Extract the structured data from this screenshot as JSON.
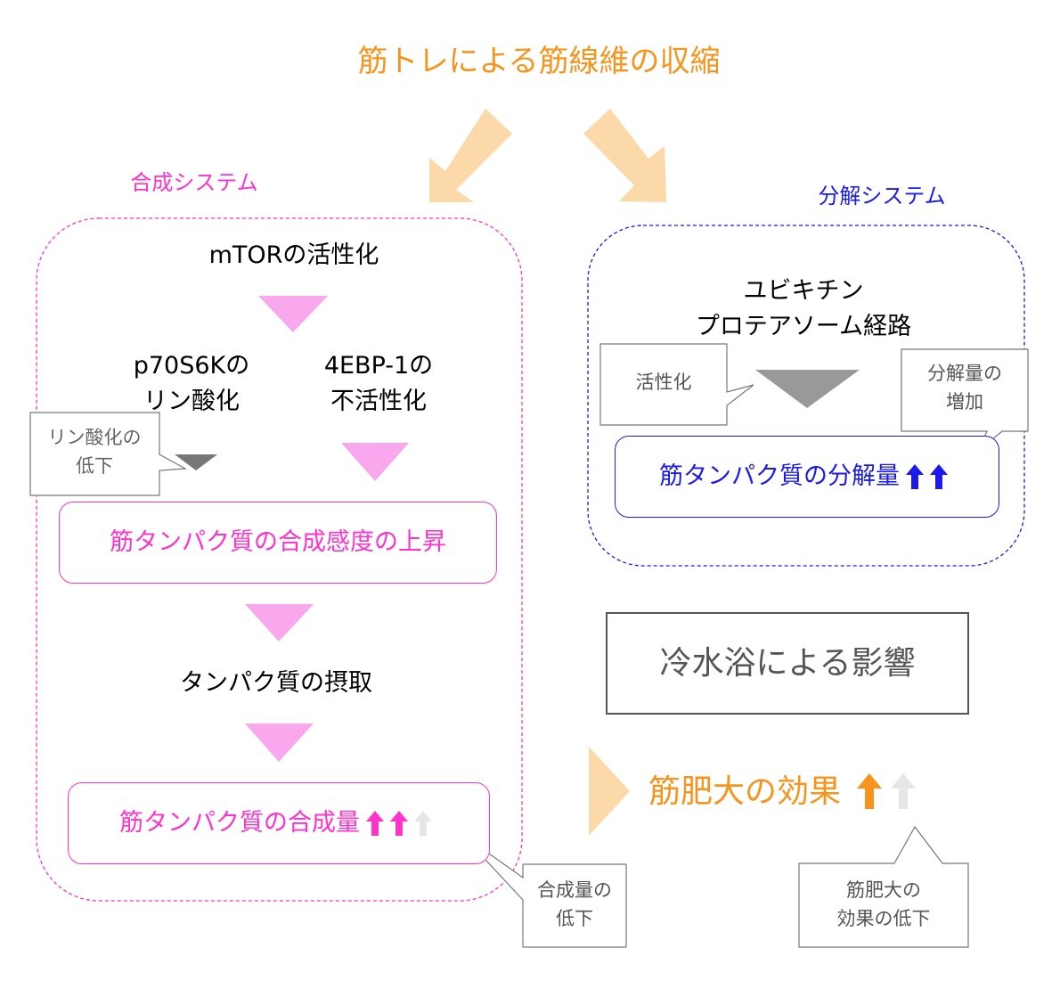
{
  "title": "筋トレによる筋線維の収縮",
  "synthesis": {
    "label": "合成システム",
    "mtor": "mTORの活性化",
    "p70_line1": "p70S6Kの",
    "p70_line2": "リン酸化",
    "ebp_line1": "4EBP-1の",
    "ebp_line2": "不活性化",
    "sensitivity": "筋タンパク質の合成感度の上昇",
    "protein_intake": "タンパク質の摂取",
    "synthesis_amount": "筋タンパク質の合成量",
    "callout_phos_line1": "リン酸化の",
    "callout_phos_line2": "低下",
    "callout_synth_line1": "合成量の",
    "callout_synth_line2": "低下"
  },
  "degradation": {
    "label": "分解システム",
    "ubiquitin_line1": "ユビキチン",
    "ubiquitin_line2": "プロテアソーム経路",
    "degradation_amount": "筋タンパク質の分解量",
    "callout_activation": "活性化",
    "callout_increase_line1": "分解量の",
    "callout_increase_line2": "増加"
  },
  "effect": {
    "cold_bath": "冷水浴による影響",
    "hypertrophy": "筋肥大の効果",
    "callout_line1": "筋肥大の",
    "callout_line2": "効果の低下"
  },
  "colors": {
    "orange": "#f7941d",
    "light_orange": "#fcd9a8",
    "magenta": "#ff33cc",
    "light_pink": "#f9a8ee",
    "blue": "#1a1aee",
    "gray": "#999999",
    "dark_gray": "#777777",
    "faint": "#e6e6e6"
  }
}
